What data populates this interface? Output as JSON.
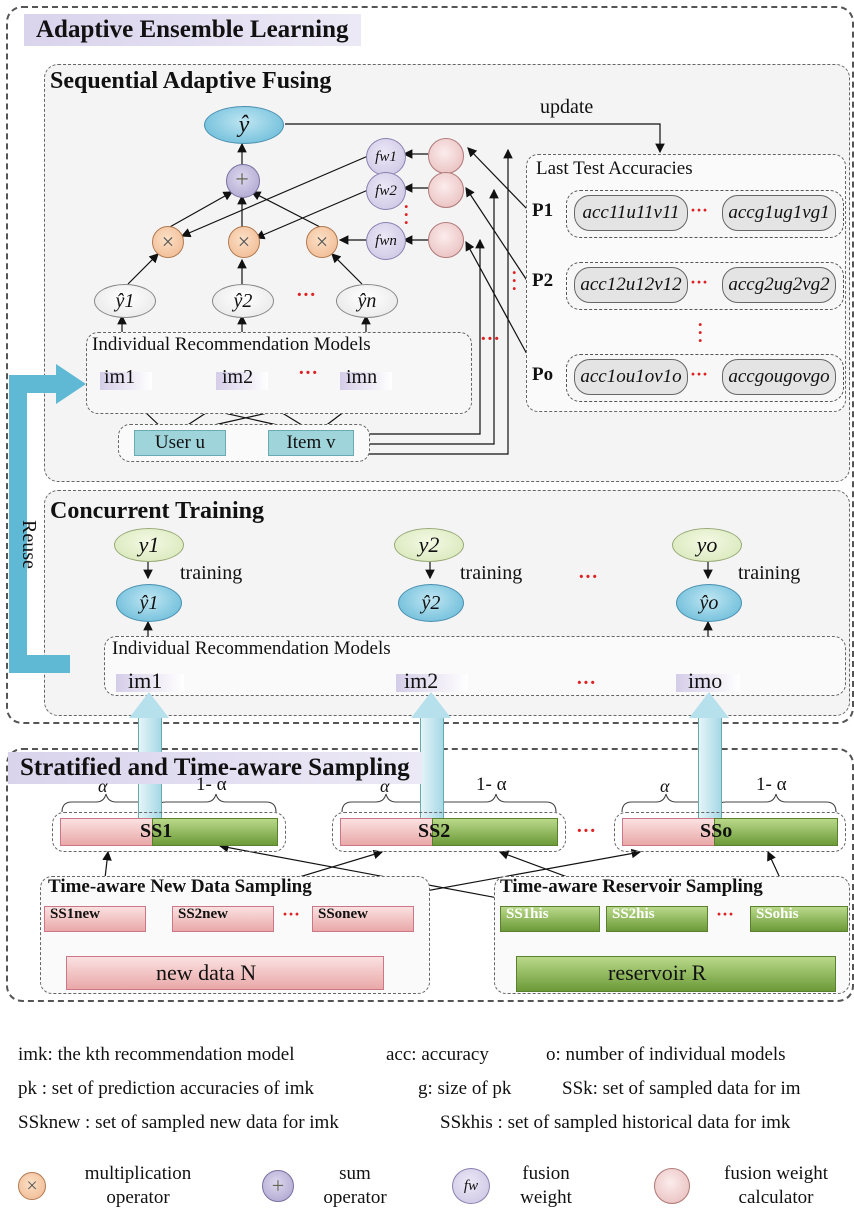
{
  "titles": {
    "main": "Adaptive Ensemble Learning",
    "fusing": "Sequential Adaptive Fusing",
    "training": "Concurrent Training",
    "sampling": "Stratified and Time-aware Sampling"
  },
  "fusing": {
    "y_hat": "ŷ",
    "update": "update",
    "last_test": "Last Test Accuracies",
    "fw_labels": [
      "fw1",
      "fw2",
      "fwn"
    ],
    "preds": [
      "ŷ1",
      "ŷ2",
      "ŷn"
    ],
    "irm_label": "Individual Recommendation Models",
    "im_labels": [
      "im1",
      "im2",
      "imn"
    ],
    "user": "User u",
    "item": "Item v",
    "p_labels": [
      "P1",
      "P2",
      "Po"
    ],
    "acc_rows": [
      [
        "acc11u11v11",
        "accg1ug1vg1"
      ],
      [
        "acc12u12v12",
        "accg2ug2vg2"
      ],
      [
        "acc1ou1ov1o",
        "accgougovgo"
      ]
    ],
    "dots": "···"
  },
  "training": {
    "reuse": "Reuse",
    "y_true": [
      "y1",
      "y2",
      "yo"
    ],
    "y_pred": [
      "ŷ1",
      "ŷ2",
      "ŷo"
    ],
    "training_word": "training",
    "irm_label": "Individual Recommendation Models",
    "im_labels": [
      "im1",
      "im2",
      "imo"
    ]
  },
  "sampling": {
    "alpha": "α",
    "one_minus_alpha": "1- α",
    "ss_labels": [
      "SS1",
      "SS2",
      "SSo"
    ],
    "new_title": "Time-aware New Data Sampling",
    "res_title": "Time-aware Reservoir Sampling",
    "new_ss": [
      "SS1new",
      "SS2new",
      "SSonew"
    ],
    "his_ss": [
      "SS1his",
      "SS2his",
      "SSohis"
    ],
    "new_data": "new data N",
    "reservoir": "reservoir R"
  },
  "legend": {
    "l1": "imk: the kth recommendation model",
    "l2": "acc: accuracy",
    "l3": "o: number of individual models",
    "l4": "pk : set of prediction accuracies of imk",
    "l5": "g: size of pk",
    "l6": "SSk: set of sampled data for im",
    "l7": "SSknew : set of sampled new data for imk",
    "l8": "SSkhis : set of sampled historical data for imk",
    "mult": "multiplication operator",
    "sum": "sum operator",
    "fw": "fusion weight",
    "fwc": "fusion weight calculator"
  }
}
